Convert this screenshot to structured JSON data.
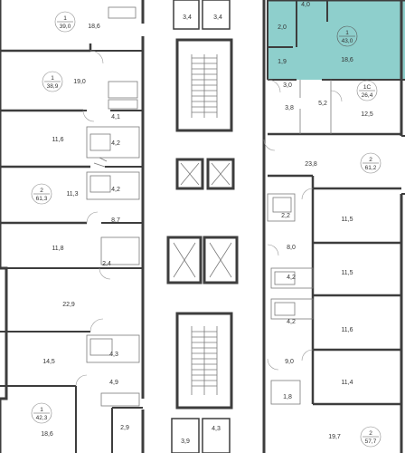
{
  "colors": {
    "highlight": "#8ecfcc",
    "wall": "#3d3d3d",
    "thin": "#7a7a7a"
  },
  "apartments": [
    {
      "id": "apt-top-left",
      "rooms": "1",
      "area": "39,0"
    },
    {
      "id": "apt-left-2",
      "rooms": "1",
      "area": "38,9"
    },
    {
      "id": "apt-left-3",
      "rooms": "2",
      "area": "61,3"
    },
    {
      "id": "apt-left-bottom",
      "rooms": "1",
      "area": "42,3"
    },
    {
      "id": "apt-selected",
      "rooms": "1",
      "area": "43,0"
    },
    {
      "id": "apt-studio",
      "rooms": "1С",
      "area": "26,4"
    },
    {
      "id": "apt-right-2",
      "rooms": "2",
      "area": "61,2"
    },
    {
      "id": "apt-right-bottom",
      "rooms": "2",
      "area": "57,7"
    }
  ],
  "room_areas": {
    "a": "18,6",
    "b": "19,0",
    "c": "4,1",
    "d": "11,6",
    "e": "4,2",
    "f": "4,2",
    "g": "11,3",
    "h": "8,7",
    "i": "11,8",
    "j": "2,4",
    "k": "22,9",
    "l": "14,5",
    "m": "4,3",
    "n": "4,9",
    "o": "18,6",
    "p": "2,9",
    "q": "3,4",
    "r": "3,4",
    "s": "3,9",
    "t": "4,3",
    "u": "4,0",
    "v": "2,0",
    "w": "18,6",
    "x": "1,9",
    "y": "3,0",
    "z": "3,8",
    "aa": "5,2",
    "ab": "12,5",
    "ac": "23,8",
    "ad": "2,2",
    "ae": "11,5",
    "af": "8,0",
    "ag": "11,5",
    "ah": "4,2",
    "ai": "4,2",
    "aj": "11,6",
    "ak": "9,0",
    "al": "11,4",
    "am": "1,8",
    "an": "19,7"
  }
}
